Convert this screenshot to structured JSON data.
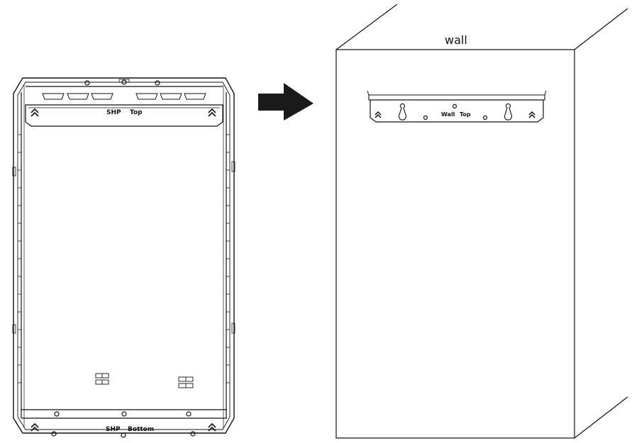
{
  "device": {
    "top_label_left": "SHP",
    "top_label_right": "Top",
    "bottom_label_left": "SHP",
    "bottom_label_right": "Bottom"
  },
  "wall": {
    "label": "wall",
    "bracket_label_left": "Wall",
    "bracket_label_right": "Top"
  },
  "icons": {
    "arrow": "right-arrow-icon",
    "orientation": "double-chevron-up-icon",
    "keyhole": "keyhole-slot-icon",
    "screw": "screw-hole-icon"
  },
  "colors": {
    "line": "#111111",
    "arrow_fill": "#1a1a1a",
    "background": "#ffffff"
  }
}
